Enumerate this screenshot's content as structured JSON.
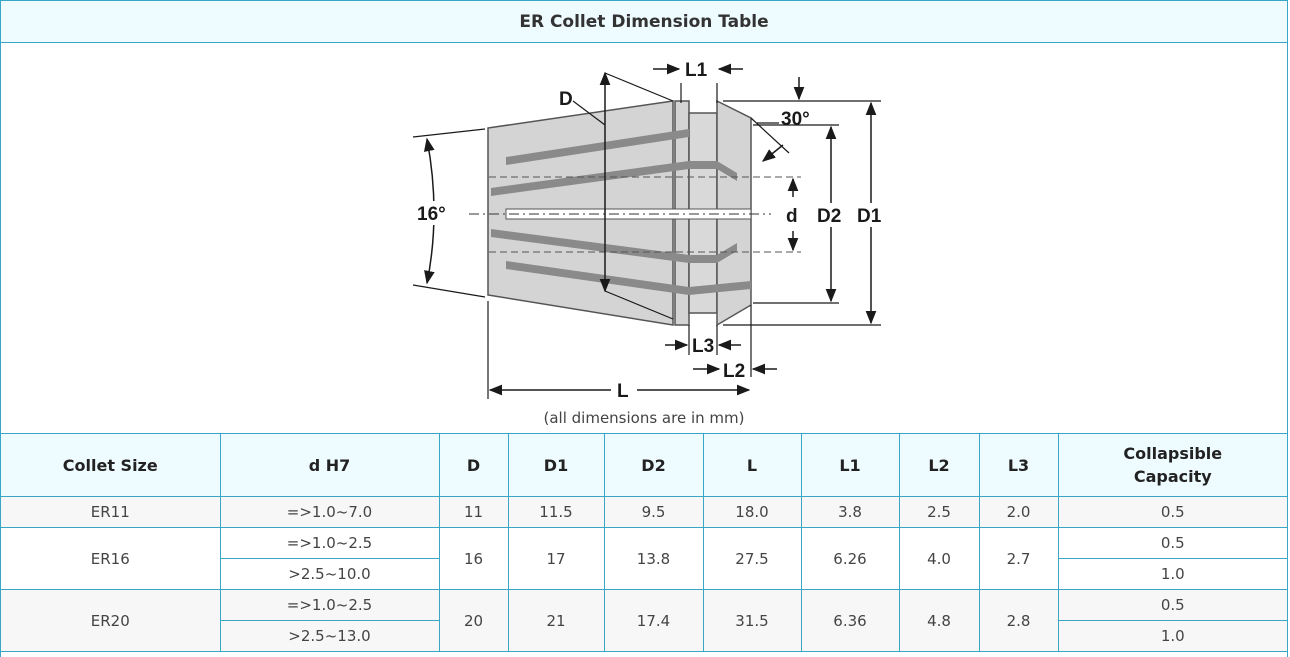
{
  "title": "ER Collet Dimension Table",
  "diagram": {
    "labels": {
      "D": "D",
      "L1": "L1",
      "angle30": "30°",
      "angle16": "16°",
      "d": "d",
      "D2": "D2",
      "D1": "D1",
      "L3": "L3",
      "L2": "L2",
      "L": "L"
    },
    "caption": "(all dimensions are in mm)"
  },
  "table": {
    "headers": [
      "Collet Size",
      "d H7",
      "D",
      "D1",
      "D2",
      "L",
      "L1",
      "L2",
      "L3",
      "Collapsible Capacity"
    ],
    "groups": [
      {
        "size": "ER11",
        "D": "11",
        "D1": "11.5",
        "D2": "9.5",
        "L": "18.0",
        "L1": "3.8",
        "L2": "2.5",
        "L3": "2.0",
        "rows": [
          {
            "d": "=>1.0~7.0",
            "cap": "0.5"
          }
        ]
      },
      {
        "size": "ER16",
        "D": "16",
        "D1": "17",
        "D2": "13.8",
        "L": "27.5",
        "L1": "6.26",
        "L2": "4.0",
        "L3": "2.7",
        "rows": [
          {
            "d": "=>1.0~2.5",
            "cap": "0.5"
          },
          {
            "d": ">2.5~10.0",
            "cap": "1.0"
          }
        ]
      },
      {
        "size": "ER20",
        "D": "20",
        "D1": "21",
        "D2": "17.4",
        "L": "31.5",
        "L1": "6.36",
        "L2": "4.8",
        "L3": "2.8",
        "rows": [
          {
            "d": "=>1.0~2.5",
            "cap": "0.5"
          },
          {
            "d": ">2.5~13.0",
            "cap": "1.0"
          }
        ]
      }
    ]
  }
}
